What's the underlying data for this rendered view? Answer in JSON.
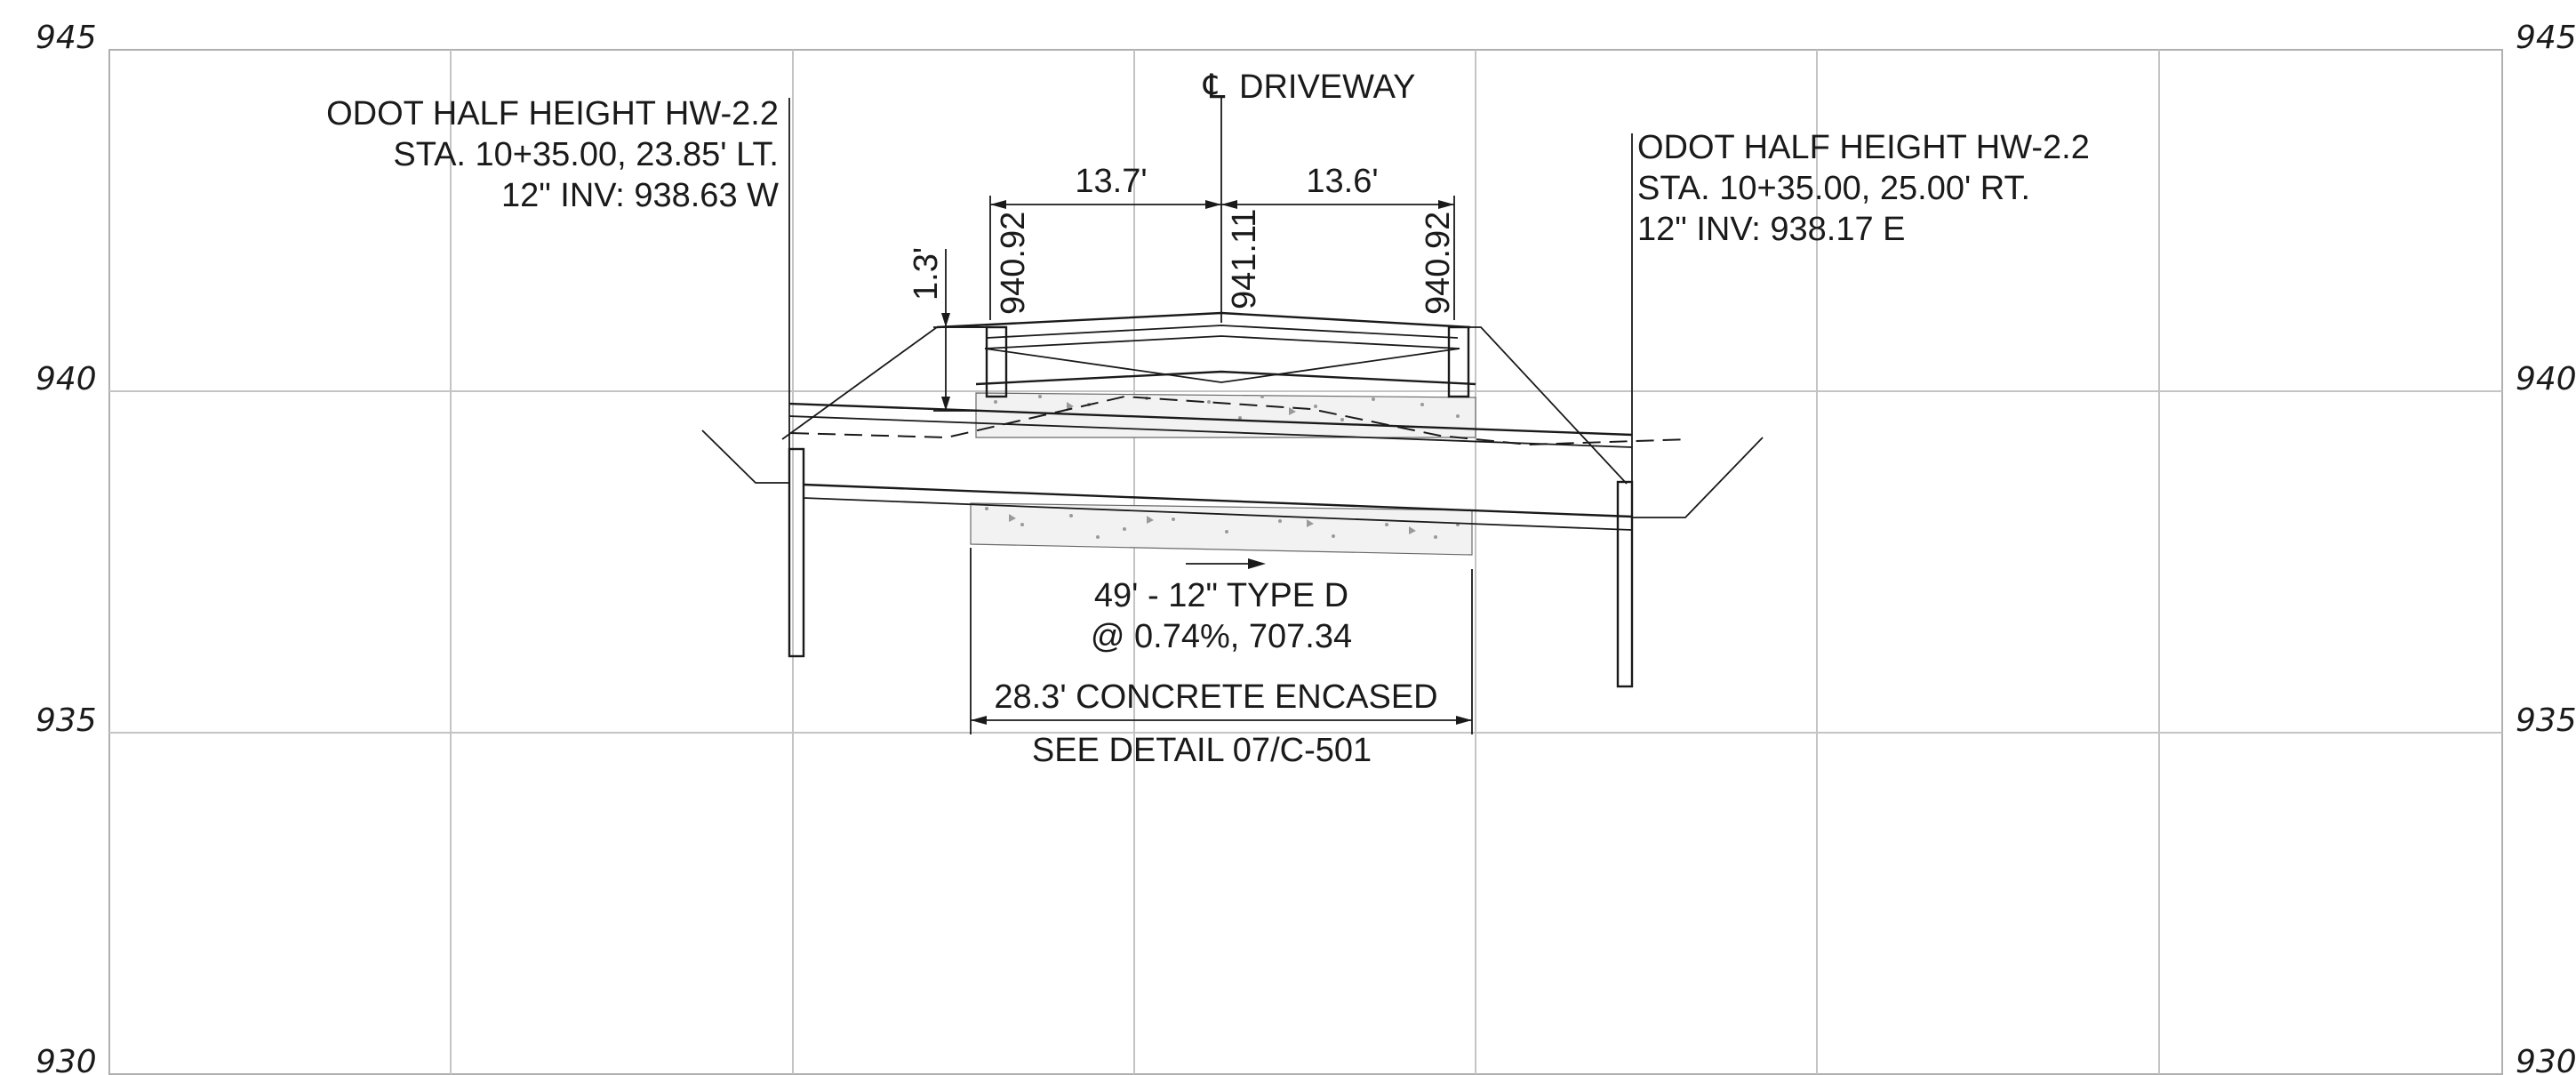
{
  "y_axis": {
    "left_labels": [
      "945",
      "940",
      "935",
      "930"
    ],
    "right_labels": [
      "945",
      "940",
      "935",
      "930"
    ]
  },
  "centerline": {
    "symbol": "℄",
    "label": "DRIVEWAY"
  },
  "headwall_left": {
    "line1": "ODOT HALF HEIGHT HW-2.2",
    "line2": "STA. 10+35.00, 23.85' LT.",
    "line3": "12\" INV: 938.63 W"
  },
  "headwall_right": {
    "line1": "ODOT HALF HEIGHT HW-2.2",
    "line2": "STA. 10+35.00, 25.00' RT.",
    "line3": "12\" INV: 938.17 E"
  },
  "dimensions": {
    "left_width": "13.7'",
    "right_width": "13.6'",
    "height": "1.3'",
    "elev_left": "940.92",
    "elev_center": "941.11",
    "elev_right": "940.92"
  },
  "pipe": {
    "line1": "49' - 12\" TYPE D",
    "line2": "@ 0.74%, 707.34"
  },
  "encasement": {
    "line1": "28.3' CONCRETE ENCASED",
    "line2": "SEE DETAIL 07/C-501"
  }
}
